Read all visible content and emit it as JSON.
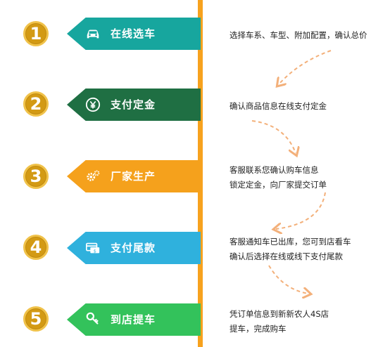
{
  "colors": {
    "step1": "#17a69e",
    "step2": "#1f6f43",
    "step3": "#f5a11c",
    "step4": "#2fb1dd",
    "step5": "#33c25b",
    "timeline": "#f7a21e",
    "badge": "#d39a14",
    "arrow": "#f3b07a"
  },
  "steps": [
    {
      "number": "1",
      "icon": "car-icon",
      "label": "在线选车",
      "desc": [
        "选择车系、车型、附加配置，确认总价"
      ]
    },
    {
      "number": "2",
      "icon": "yen-coin-icon",
      "label": "支付定金",
      "desc": [
        "确认商品信息在线支付定金"
      ]
    },
    {
      "number": "3",
      "icon": "gears-icon",
      "label": "厂家生产",
      "desc": [
        "客服联系您确认购车信息",
        "锁定定金，向厂家提交订单"
      ]
    },
    {
      "number": "4",
      "icon": "card-cash-icon",
      "label": "支付尾款",
      "desc": [
        "客服通知车已出库，您可到店看车",
        "确认后选择在线或线下支付尾款"
      ]
    },
    {
      "number": "5",
      "icon": "key-icon",
      "label": "到店提车",
      "desc": [
        "凭订单信息到新新农人4S店",
        "提车，完成购车"
      ]
    }
  ]
}
